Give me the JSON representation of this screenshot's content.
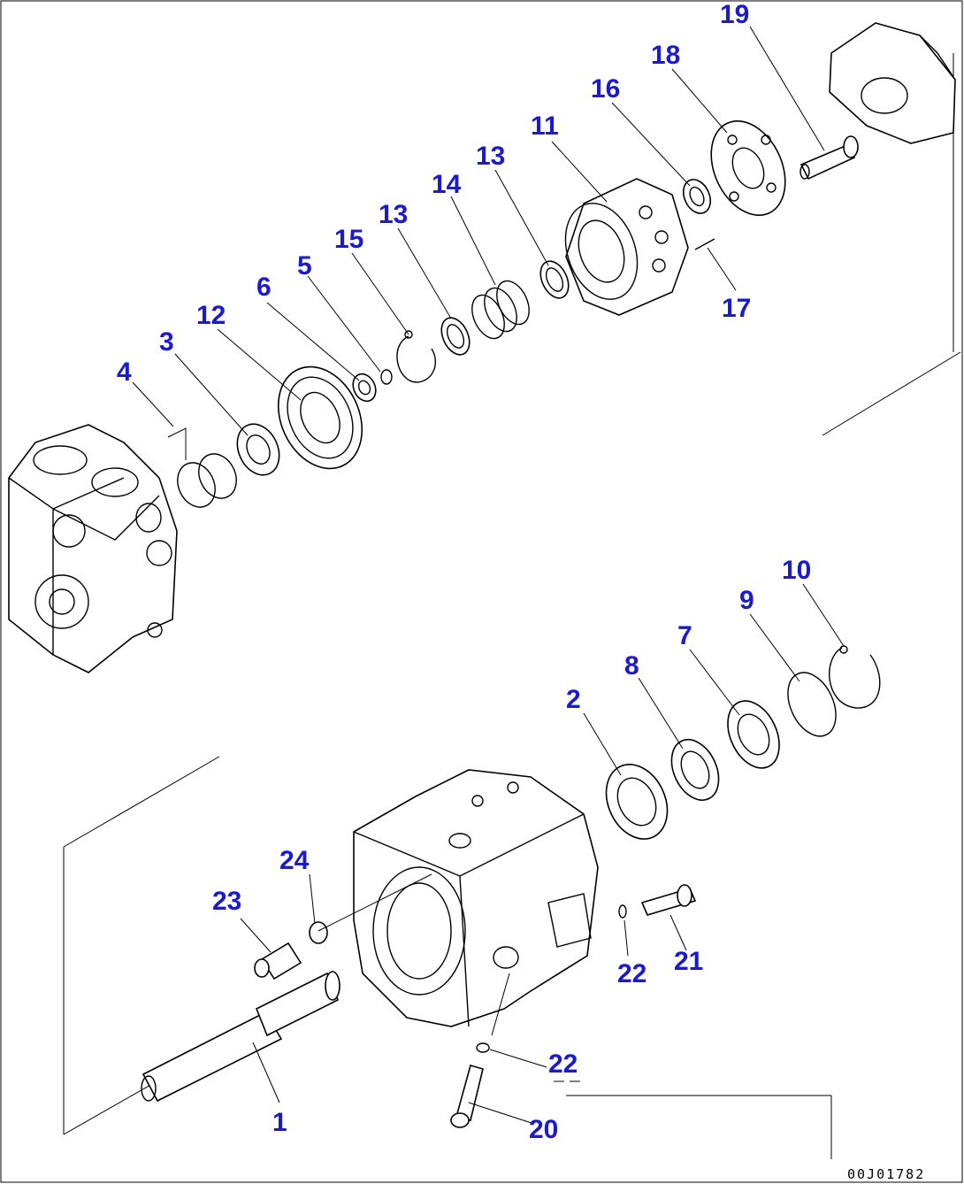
{
  "callouts": [
    {
      "id": "19",
      "label": "19"
    },
    {
      "id": "18",
      "label": "18"
    },
    {
      "id": "16",
      "label": "16"
    },
    {
      "id": "11",
      "label": "11"
    },
    {
      "id": "13a",
      "label": "13"
    },
    {
      "id": "14",
      "label": "14"
    },
    {
      "id": "13b",
      "label": "13"
    },
    {
      "id": "15",
      "label": "15"
    },
    {
      "id": "5",
      "label": "5"
    },
    {
      "id": "6",
      "label": "6"
    },
    {
      "id": "12",
      "label": "12"
    },
    {
      "id": "3",
      "label": "3"
    },
    {
      "id": "4",
      "label": "4"
    },
    {
      "id": "17",
      "label": "17"
    },
    {
      "id": "10",
      "label": "10"
    },
    {
      "id": "9",
      "label": "9"
    },
    {
      "id": "7",
      "label": "7"
    },
    {
      "id": "8",
      "label": "8"
    },
    {
      "id": "2",
      "label": "2"
    },
    {
      "id": "24",
      "label": "24"
    },
    {
      "id": "23",
      "label": "23"
    },
    {
      "id": "22a",
      "label": "22"
    },
    {
      "id": "21",
      "label": "21"
    },
    {
      "id": "22b",
      "label": "22"
    },
    {
      "id": "1",
      "label": "1"
    },
    {
      "id": "20",
      "label": "20"
    }
  ],
  "drawing_code": "00J01782",
  "colors": {
    "callout": "#1a1ad0",
    "line": "#000000"
  }
}
